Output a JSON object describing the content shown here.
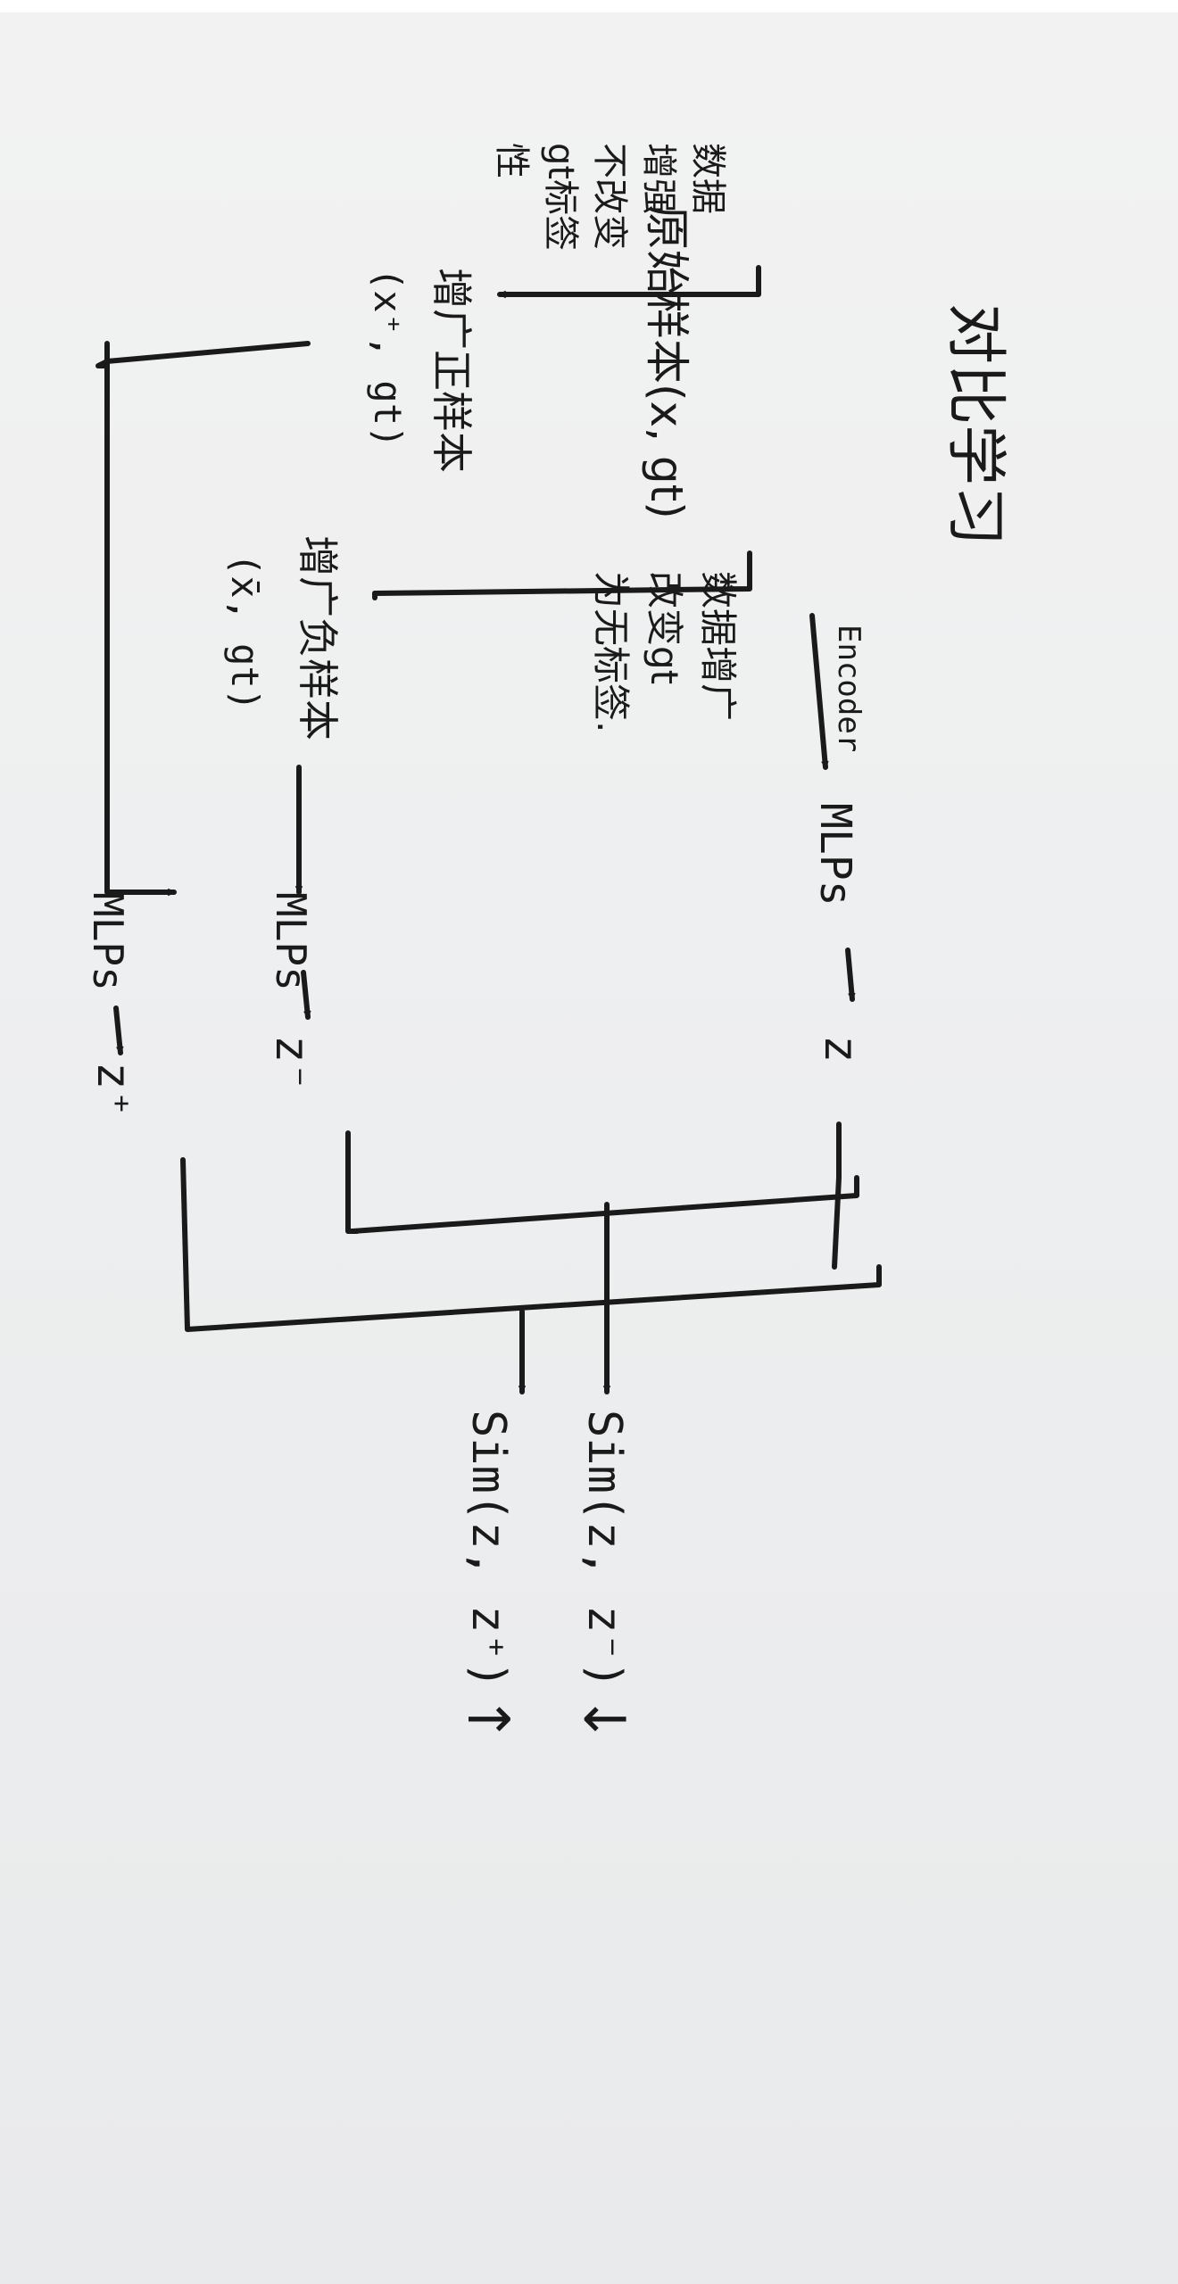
{
  "title": "对比学习",
  "original_sample": "原始样本(x, gt)",
  "encoder": "Encoder",
  "mlps": "MLPs",
  "z": "z",
  "z_neg": "z⁻",
  "z_pos": "z⁺",
  "positive_note": [
    "数据",
    "增强",
    "不改变",
    "gt标签",
    "性"
  ],
  "positive_sample": "增广正样本",
  "positive_pair": "(x⁺, gt)",
  "negative_note": [
    "数据增广",
    "改变gt",
    "为无标签."
  ],
  "negative_sample": "增广负样本",
  "negative_pair": "(x̄, gt)",
  "sim_neg": "Sim(z, z⁻)",
  "sim_neg_arrow": "↓",
  "sim_pos": "Sim(z, z⁺)",
  "sim_pos_arrow": "↑"
}
